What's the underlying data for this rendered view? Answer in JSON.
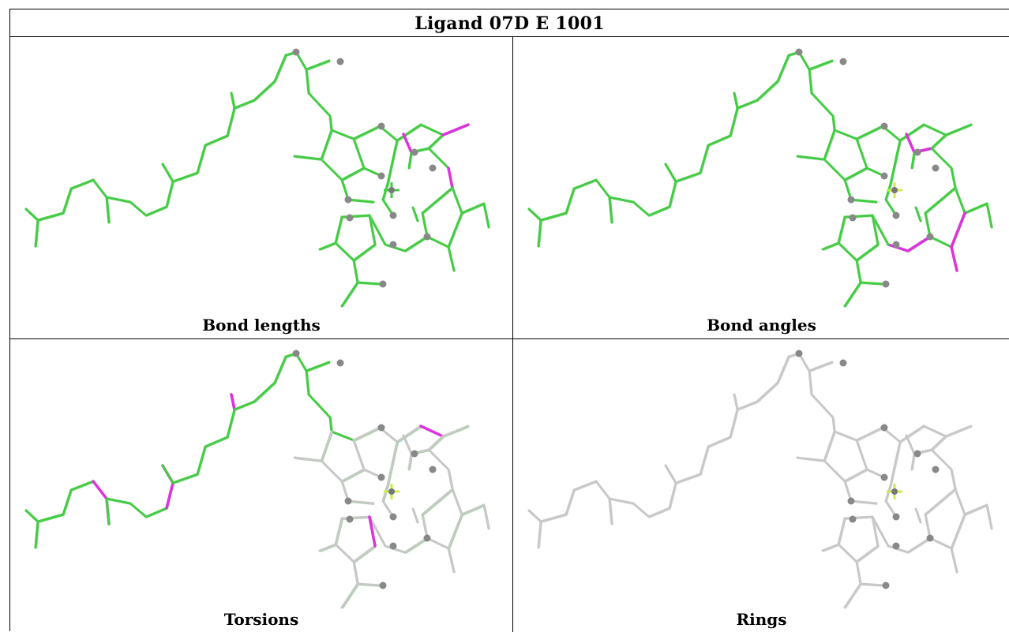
{
  "title": "Ligand 07D E 1001",
  "panels": [
    {
      "caption": "Bond lengths"
    },
    {
      "caption": "Bond angles"
    },
    {
      "caption": "Torsions"
    },
    {
      "caption": "Rings"
    }
  ],
  "colors": {
    "ok": "#44cc44",
    "outlier": "#dd33dd",
    "neutral": "#c8c8c8",
    "atom": "#888888",
    "metal": "#ccee44"
  }
}
